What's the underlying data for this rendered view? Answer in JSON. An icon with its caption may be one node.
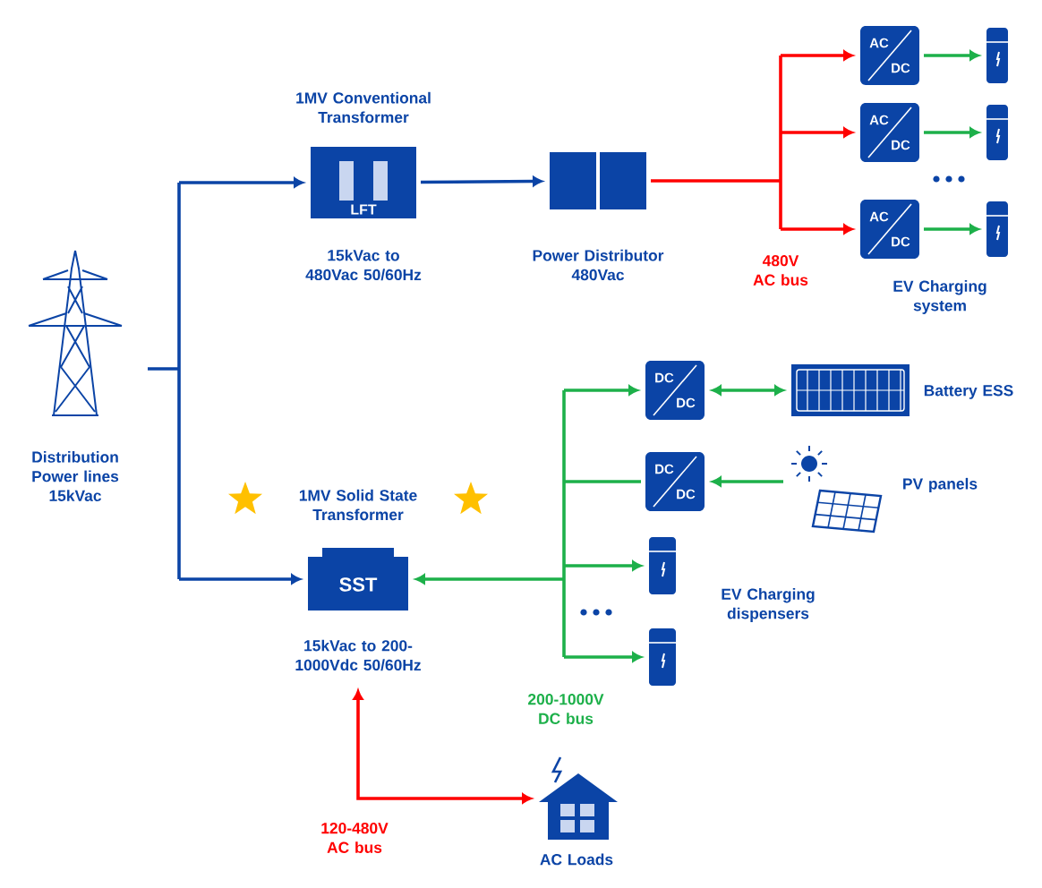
{
  "diagram": {
    "nodes": [
      {
        "text": [
          "Distribution Power lines 15kVac"
        ]
      },
      {
        "text": [
          "LFT"
        ]
      },
      {
        "text": [],
        "shape": "box"
      },
      {
        "text": [
          "AC",
          "DC"
        ]
      },
      {
        "text": [
          "AC",
          "DC"
        ]
      },
      {
        "text": [
          "AC",
          "DC"
        ]
      },
      {
        "text": [],
        "shape": "picture"
      },
      {
        "text": [],
        "shape": "picture"
      },
      {
        "text": [],
        "shape": "picture"
      },
      {
        "text": [
          "SST"
        ]
      },
      {
        "text": [
          "DC",
          "DC"
        ]
      },
      {
        "text": [],
        "shape": "picture",
        "beside": [
          "Battery ESS"
        ]
      },
      {
        "text": [
          "DC",
          "DC"
        ]
      },
      {
        "text": [],
        "shape": "picture",
        "beside": [
          "PV panels"
        ]
      },
      {
        "text": [],
        "shape": "picture"
      },
      {
        "text": [],
        "shape": "picture"
      },
      {
        "text": [],
        "shape": "picture",
        "beside": [
          "AC Loads"
        ]
      }
    ],
    "edges": [
      {
        "from": 0,
        "to": 1,
        "arrow": "to",
        "color": "#0b44a6"
      },
      {
        "from": 0,
        "to": 9,
        "arrow": "to",
        "color": "#0b44a6"
      },
      {
        "from": 1,
        "to": 2,
        "arrow": "to",
        "color": "#0b44a6"
      },
      {
        "from": 2,
        "to": 3,
        "arrow": "to",
        "color": "#ff0000"
      },
      {
        "from": 2,
        "to": 4,
        "arrow": "to",
        "color": "#ff0000"
      },
      {
        "from": 2,
        "to": 5,
        "arrow": "to",
        "color": "#ff0000"
      },
      {
        "from": 3,
        "to": 6,
        "arrow": "to"
      },
      {
        "from": 4,
        "to": 7,
        "arrow": "to"
      },
      {
        "from": 5,
        "to": 8,
        "arrow": "to"
      },
      {
        "from": 9,
        "to": 10,
        "arrow": "both"
      },
      {
        "from": 12,
        "to": 9,
        "arrow": "to"
      },
      {
        "from": 9,
        "to": 14,
        "arrow": "both"
      },
      {
        "from": 9,
        "to": 15,
        "arrow": "both"
      },
      {
        "from": 10,
        "to": 11,
        "arrow": "both"
      },
      {
        "from": 13,
        "to": 12,
        "arrow": "to"
      },
      {
        "from": 9,
        "to": 16,
        "arrow": "both",
        "color": "#ff0000"
      }
    ],
    "labels": [
      "1MV Conventional Transformer",
      "15kVac to 480Vac 50/60Hz",
      "Power Distributor 480Vac",
      "480V AC bus",
      "EV Charging system",
      "1MV Solid State Transformer",
      "EV Charging dispensers",
      "15kVac to 200-1000Vdc 50/60Hz",
      "200-1000V DC bus",
      "120-480V AC bus"
    ]
  }
}
